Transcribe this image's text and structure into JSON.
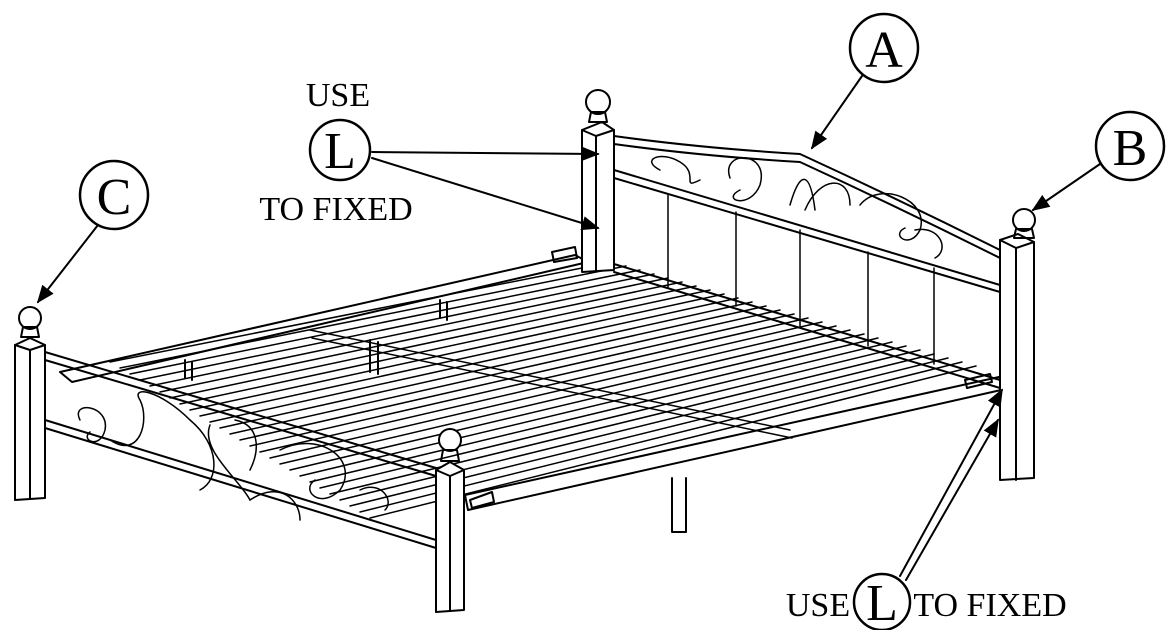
{
  "callouts": {
    "a": {
      "letter": "A"
    },
    "b": {
      "letter": "B"
    },
    "c": {
      "letter": "C"
    },
    "l_top": {
      "letter": "L"
    },
    "l_bottom": {
      "letter": "L"
    }
  },
  "notes": {
    "top_use": "USE",
    "top_to_fixed": "TO FIXED",
    "bottom_use": "USE",
    "bottom_to_fixed": "TO FIXED"
  },
  "colors": {
    "ink": "#000000",
    "paper": "#ffffff"
  }
}
